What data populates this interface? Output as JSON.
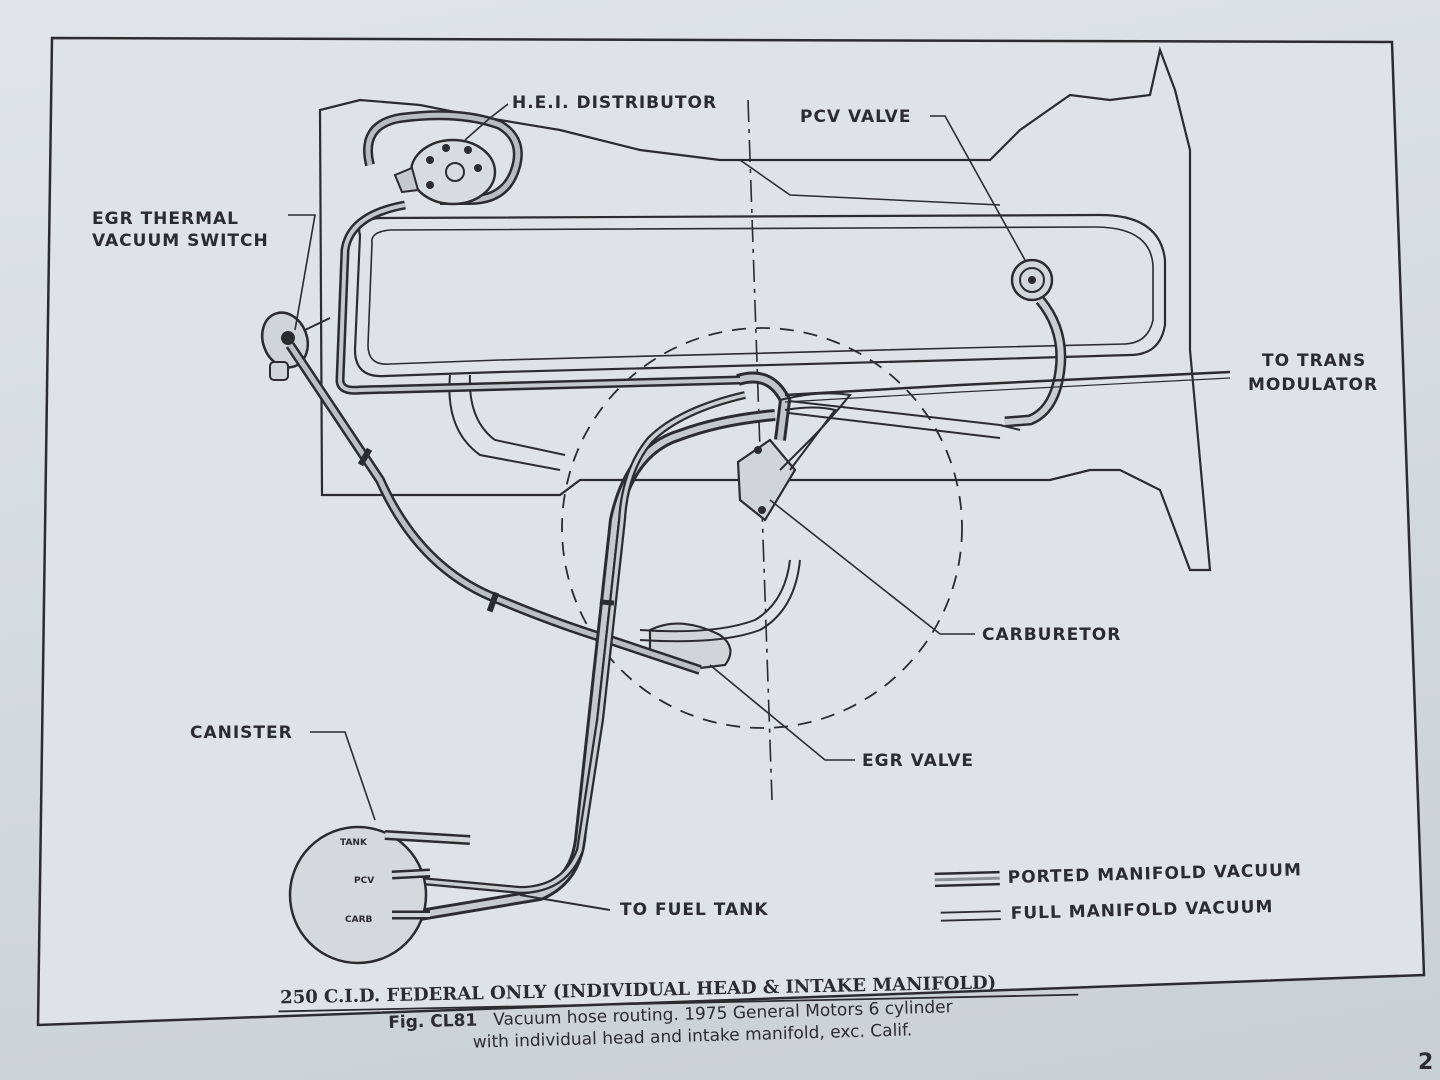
{
  "labels": {
    "hei_distributor": "H.E.I. DISTRIBUTOR",
    "pcv_valve": "PCV VALVE",
    "egr_thermal_line1": "EGR THERMAL",
    "egr_thermal_line2": "VACUUM SWITCH",
    "to_trans_line1": "TO TRANS",
    "to_trans_line2": "MODULATOR",
    "carburetor": "CARBURETOR",
    "egr_valve": "EGR VALVE",
    "canister": "CANISTER",
    "to_fuel_tank": "TO FUEL TANK",
    "canister_ports": {
      "tank": "TANK",
      "pcv": "PCV",
      "carb": "CARB"
    }
  },
  "legend": {
    "ported": "PORTED MANIFOLD VACUUM",
    "full": "FULL  MANIFOLD VACUUM"
  },
  "frame_caption": "250 C.I.D. FEDERAL ONLY (INDIVIDUAL HEAD & INTAKE MANIFOLD)",
  "figure": {
    "number": "Fig. CL81",
    "line1": "Vacuum hose routing. 1975 General Motors 6 cylinder",
    "line2": "with individual head and intake manifold, exc. Calif."
  },
  "page_number": "2",
  "colors": {
    "ink": "#2a2c30",
    "paper": "#d6dde0"
  }
}
